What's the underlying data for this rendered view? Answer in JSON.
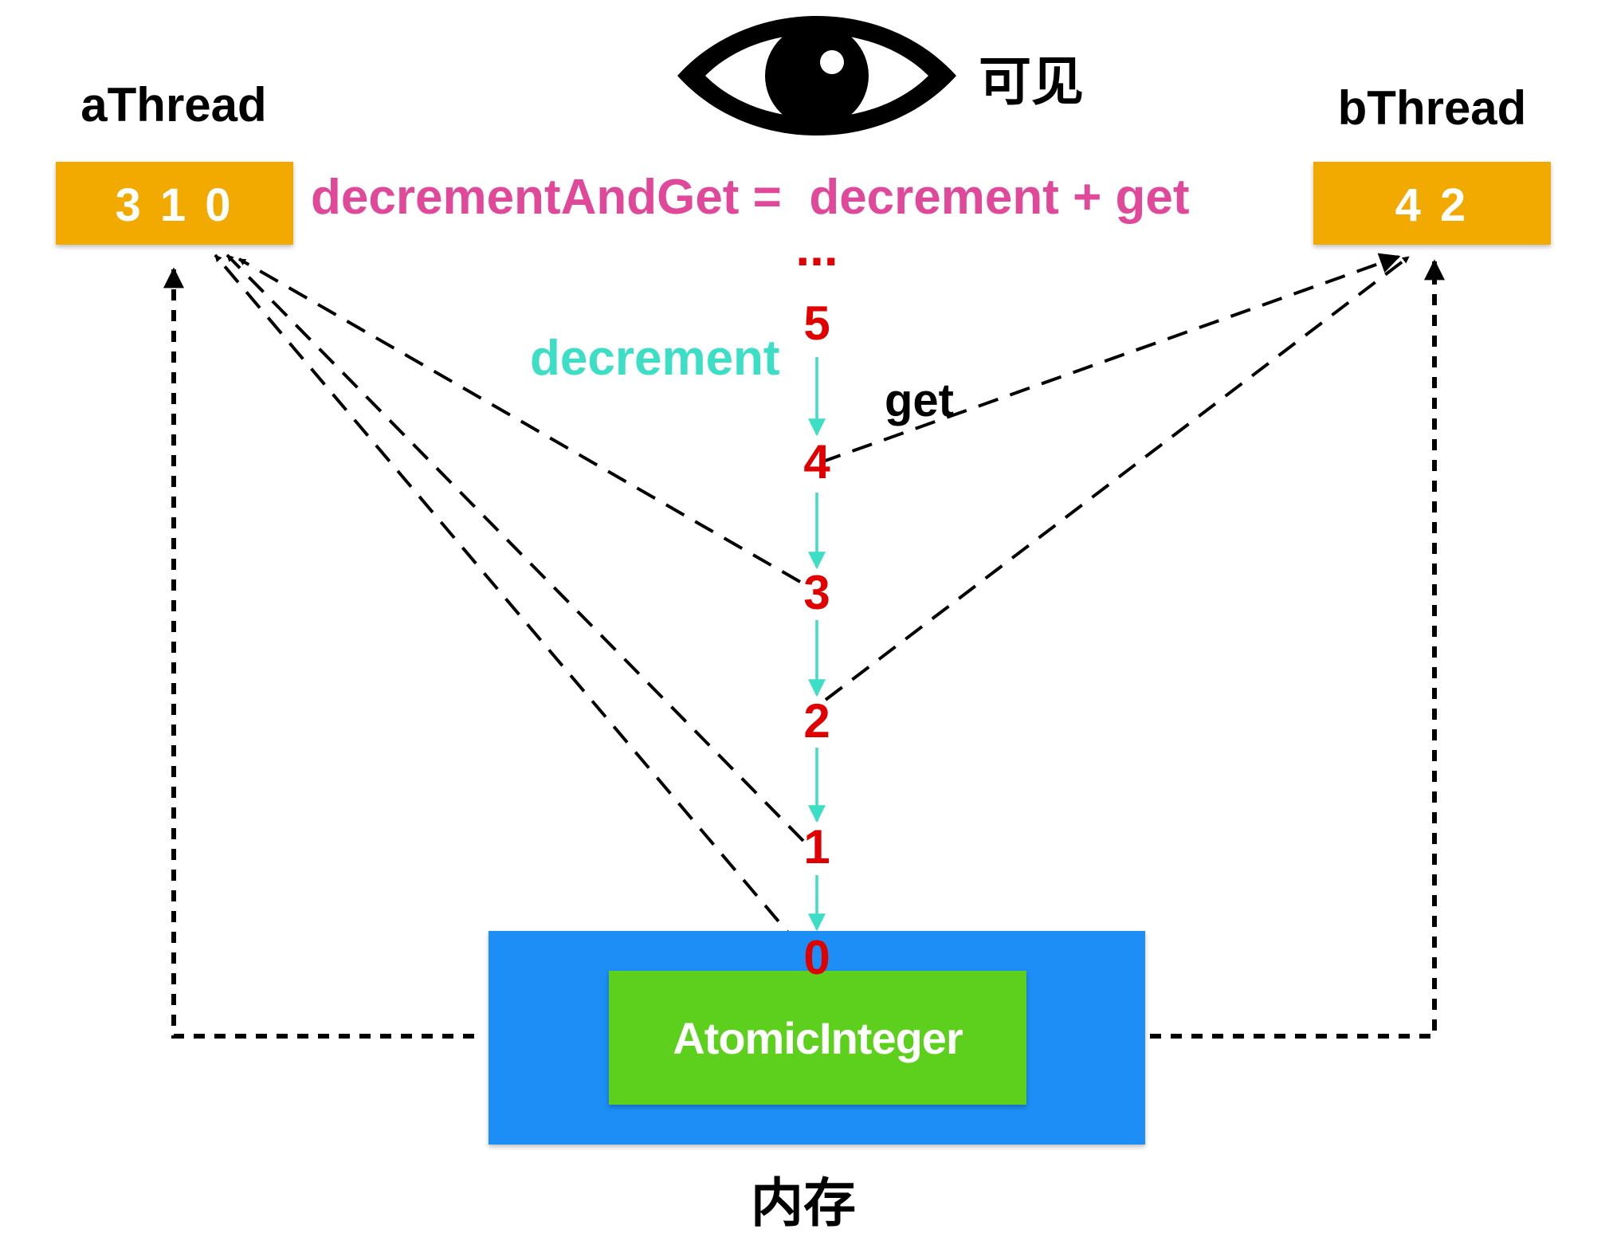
{
  "eye": {
    "label": "可见"
  },
  "threads": {
    "a": {
      "name": "aThread",
      "value": "3 1 0"
    },
    "b": {
      "name": "bThread",
      "value": "4 2"
    }
  },
  "formula": "decrementAndGet =  decrement + get",
  "counter": {
    "values": [
      "0",
      "1",
      "2",
      "3",
      "4",
      "5"
    ],
    "ellipsis": "..."
  },
  "labels": {
    "decrement": "decrement",
    "get": "get"
  },
  "memory": {
    "atomic_label": "AtomicInteger",
    "caption": "内存"
  },
  "colors": {
    "thread_box": "#F2A900",
    "formula": "#E0489A",
    "decrement": "#3DDEC6",
    "counter_digits": "#E00000",
    "memory_outer": "#1E8EF5",
    "atomic_box": "#5CD01C",
    "line": "#000000"
  }
}
